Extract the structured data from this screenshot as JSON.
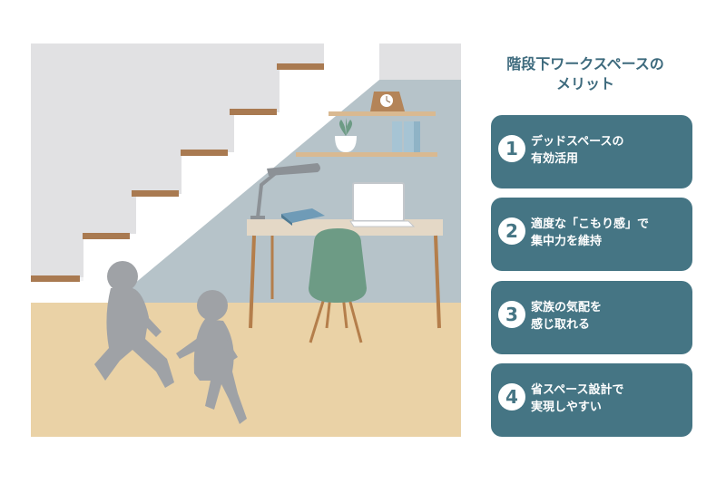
{
  "title": {
    "line1": "階段下ワークスペースの",
    "line2": "メリット"
  },
  "merits": [
    {
      "number": "1",
      "line1": "デッドスペースの",
      "line2": "有効活用"
    },
    {
      "number": "2",
      "line1": "適度な「こもり感」で",
      "line2": "集中力を維持"
    },
    {
      "number": "3",
      "line1": "家族の気配を",
      "line2": "感じ取れる"
    },
    {
      "number": "4",
      "line1": "省スペース設計で",
      "line2": "実現しやすい"
    }
  ],
  "colors": {
    "card": "#457584",
    "title": "#3d6a7d",
    "wall_under_stairs": "#b6c3c9",
    "floor": "#ead2a6",
    "stair_tread": "#a97a51",
    "chair": "#6d9b85",
    "silhouette": "#9fa2a6"
  }
}
